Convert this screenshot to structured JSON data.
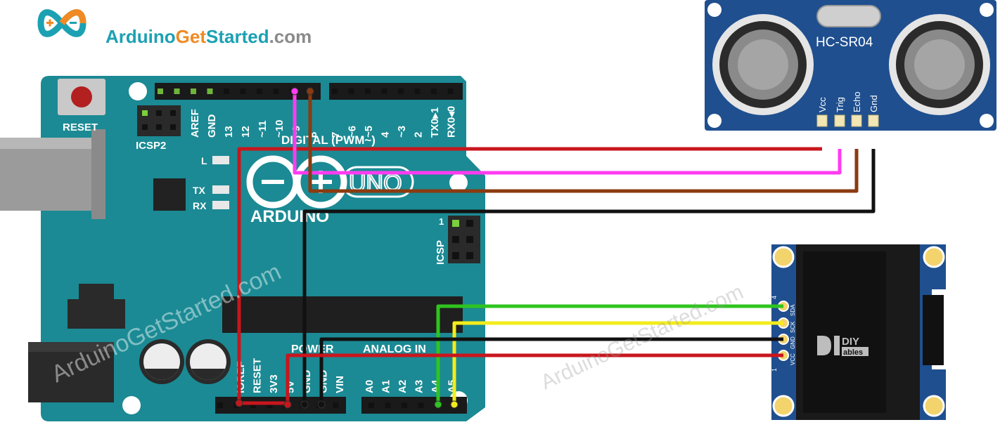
{
  "logo": {
    "part1": "Arduino",
    "part2": "Get",
    "part3": "Started",
    "part4": ".com",
    "color_teal": "#1ca1b3",
    "color_orange": "#f08a24"
  },
  "watermarks": [
    "ArduinoGetStarted.com",
    "ArduinoGetStarted.com"
  ],
  "arduino": {
    "reset_label": "RESET",
    "icsp2_label": "ICSP2",
    "icsp_label": "ICSP",
    "digital_label": "DIGITAL (PWM~)",
    "brand": "ARDUINO",
    "model": "UNO",
    "led_l": "L",
    "led_tx": "TX",
    "led_rx": "RX",
    "power_label": "POWER",
    "analog_label": "ANALOG IN",
    "top_pins_left": [
      "AREF",
      "GND",
      "13",
      "12",
      "~11",
      "~10",
      "~9",
      "8"
    ],
    "top_pins_right": [
      "7",
      "~6",
      "~5",
      "4",
      "~3",
      "2",
      "TX0▸1",
      "RX0◂0"
    ],
    "power_pins": [
      "IOREF",
      "RESET",
      "3V3",
      "5V",
      "GND",
      "GND",
      "VIN"
    ],
    "analog_pins": [
      "A0",
      "A1",
      "A2",
      "A3",
      "A4",
      "A5"
    ],
    "icsp_one": "1",
    "board_color": "#1b8a94"
  },
  "sensor": {
    "name": "HC-SR04",
    "pins": [
      "Vcc",
      "Trig",
      "Echo",
      "Gnd"
    ],
    "board_color": "#1f4f8f"
  },
  "oled": {
    "pins": [
      "SDA",
      "SCK",
      "GND",
      "VCC"
    ],
    "pin_num_top": "4",
    "pin_num_bottom": "1",
    "brand_top": "DIY",
    "brand_bottom": "ables",
    "board_color": "#1f4f8f"
  },
  "wire_colors": {
    "vcc": "#c8161d",
    "trig": "#ff3cf0",
    "echo": "#8b3a10",
    "gnd": "#111111",
    "sda": "#2fc41f",
    "sck": "#f3ec1b"
  }
}
